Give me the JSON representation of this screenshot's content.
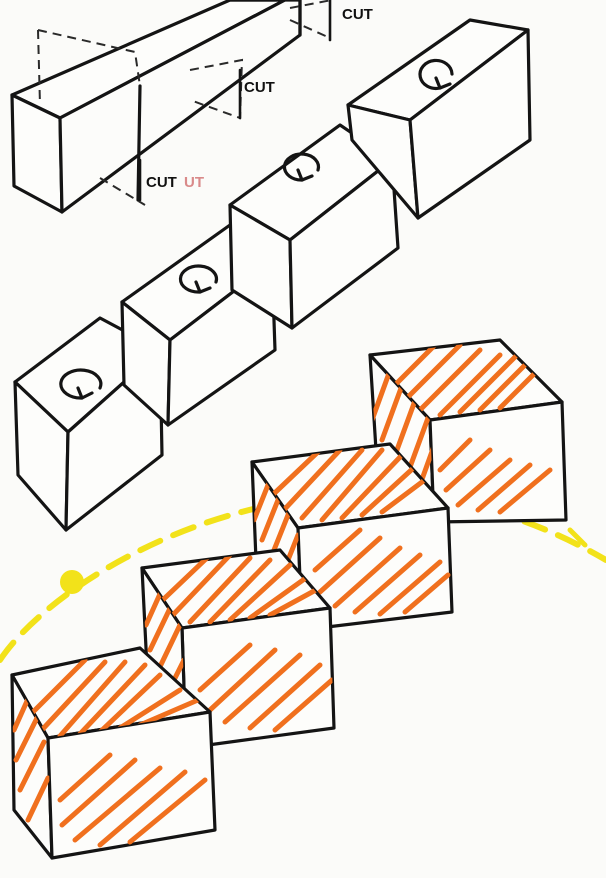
{
  "labels": {
    "cut_top": "CUT",
    "cut_middle": "CUT",
    "cut_bottom": "CUT",
    "cut_bottom_ghost": "UT"
  },
  "colors": {
    "ink": "#141414",
    "hatch_orange": "#f0701e",
    "arc_yellow": "#f2e21a",
    "paper": "#fbfbf9"
  },
  "icons": {
    "rotate": "clockwise-rotate-arrow"
  }
}
